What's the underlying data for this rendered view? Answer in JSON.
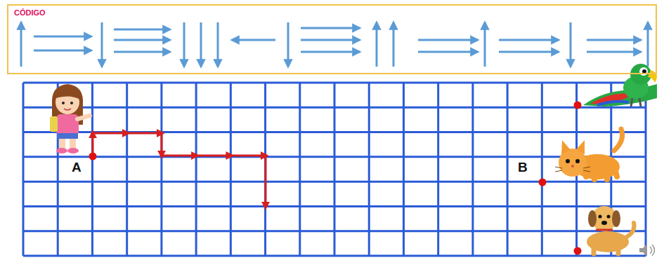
{
  "diagram": {
    "nodes": [
      {
        "text": [
          "CÓDIGO"
        ]
      }
    ],
    "labels": [
      "A",
      "B"
    ]
  }
}
